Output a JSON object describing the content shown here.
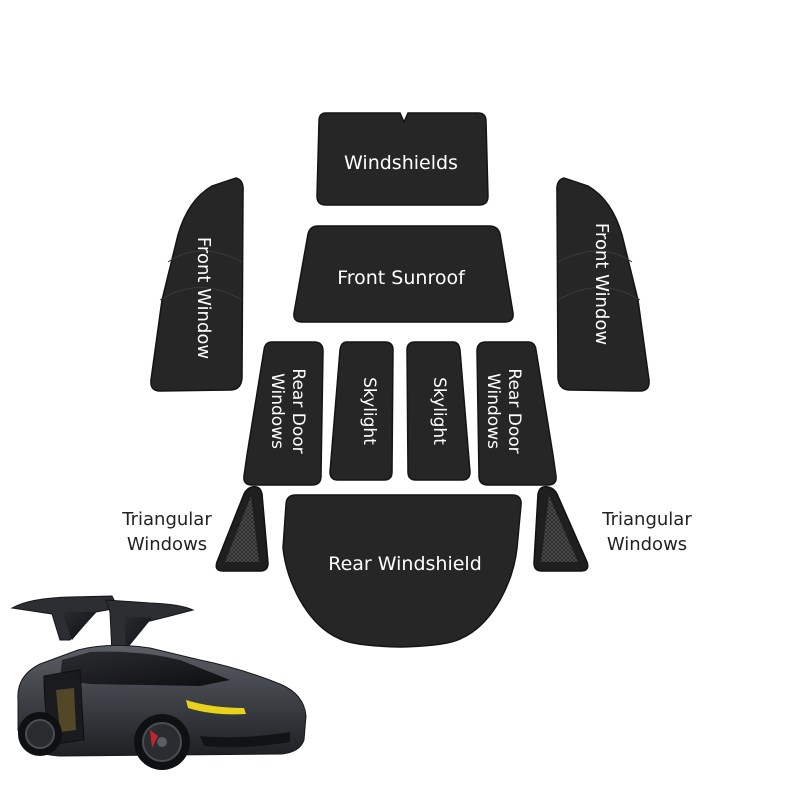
{
  "colors": {
    "panel": "#262626",
    "panel_edge": "#141414",
    "mesh": "#4a4a4a",
    "label_on_panel": "#ffffff",
    "label_outside": "#222222",
    "car_body": "#3a3d42",
    "headlight": "#e8d21a",
    "caliper": "#c0272d"
  },
  "panels": {
    "windshields": "Windshields",
    "front_sunroof": "Front Sunroof",
    "front_window_left": "Front Window",
    "front_window_right": "Front Window",
    "rear_door_left_line1": "Rear Door",
    "rear_door_left_line2": "Windows",
    "rear_door_right_line1": "Rear Door",
    "rear_door_right_line2": "Windows",
    "skylight_left": "Skylight",
    "skylight_right": "Skylight",
    "rear_windshield": "Rear Windshield"
  },
  "outside_labels": {
    "triangular_left_line1": "Triangular",
    "triangular_left_line2": "Windows",
    "triangular_right_line1": "Triangular",
    "triangular_right_line2": "Windows"
  },
  "icons": {
    "car": "suv-falcon-wing-doors-icon"
  }
}
